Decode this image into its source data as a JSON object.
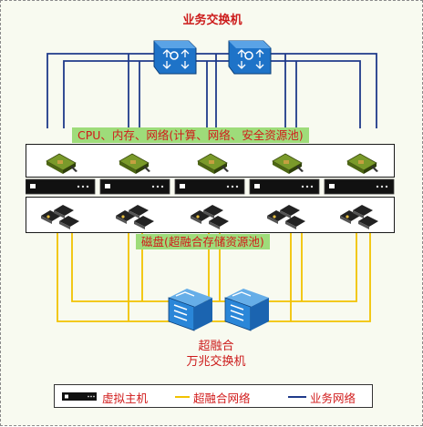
{
  "title_top": "业务交换机",
  "compute_pool_label": "CPU、内存、网络(计算、网络、安全资源池)",
  "storage_pool_label": "磁盘(超融合存储资源池)",
  "bottom_switch_label_line1": "超融合",
  "bottom_switch_label_line2": "万兆交换机",
  "legend": {
    "vm_host": "虚拟主机",
    "hci_network": "超融合网络",
    "business_network": "业务网络"
  },
  "colors": {
    "business_line": "#1f3a8a",
    "hci_line": "#f2c200",
    "switch_top": "#1e73c8",
    "switch_bottom": "#2a86d8",
    "tag_green": "#9edc7a",
    "text_red": "#d11a1a"
  },
  "icons": {
    "top_switch": "layer3-switch-icon",
    "bottom_switch": "hyperconverged-switch-icon",
    "cpu": "cpu-chip-icon",
    "server": "rack-server-icon",
    "disk": "hard-disk-icon"
  }
}
